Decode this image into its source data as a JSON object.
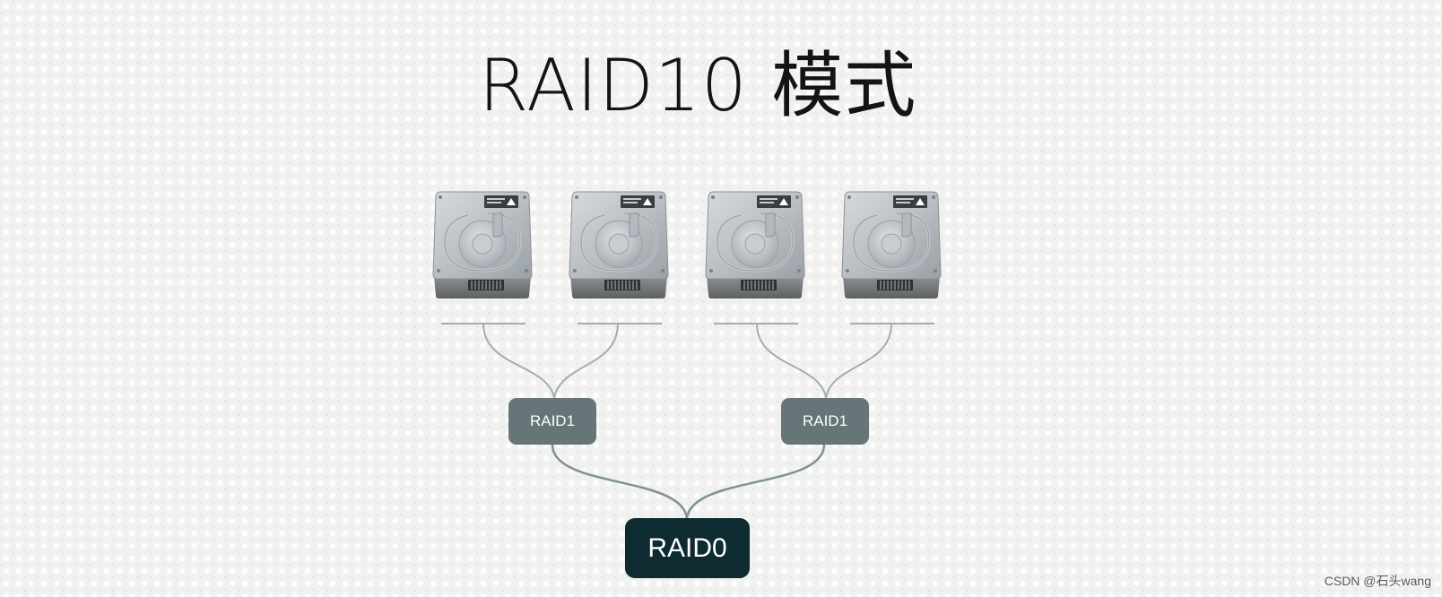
{
  "title": "RAID10 模式",
  "disks": [
    "hard-disk",
    "hard-disk",
    "hard-disk",
    "hard-disk"
  ],
  "raid1_nodes": [
    {
      "label": "RAID1"
    },
    {
      "label": "RAID1"
    }
  ],
  "raid0_node": {
    "label": "RAID0"
  },
  "watermark": "CSDN @石头wang",
  "colors": {
    "raid1_fill": "#657578",
    "raid0_fill": "#0d2b31",
    "wire": "#8a9a9c"
  }
}
